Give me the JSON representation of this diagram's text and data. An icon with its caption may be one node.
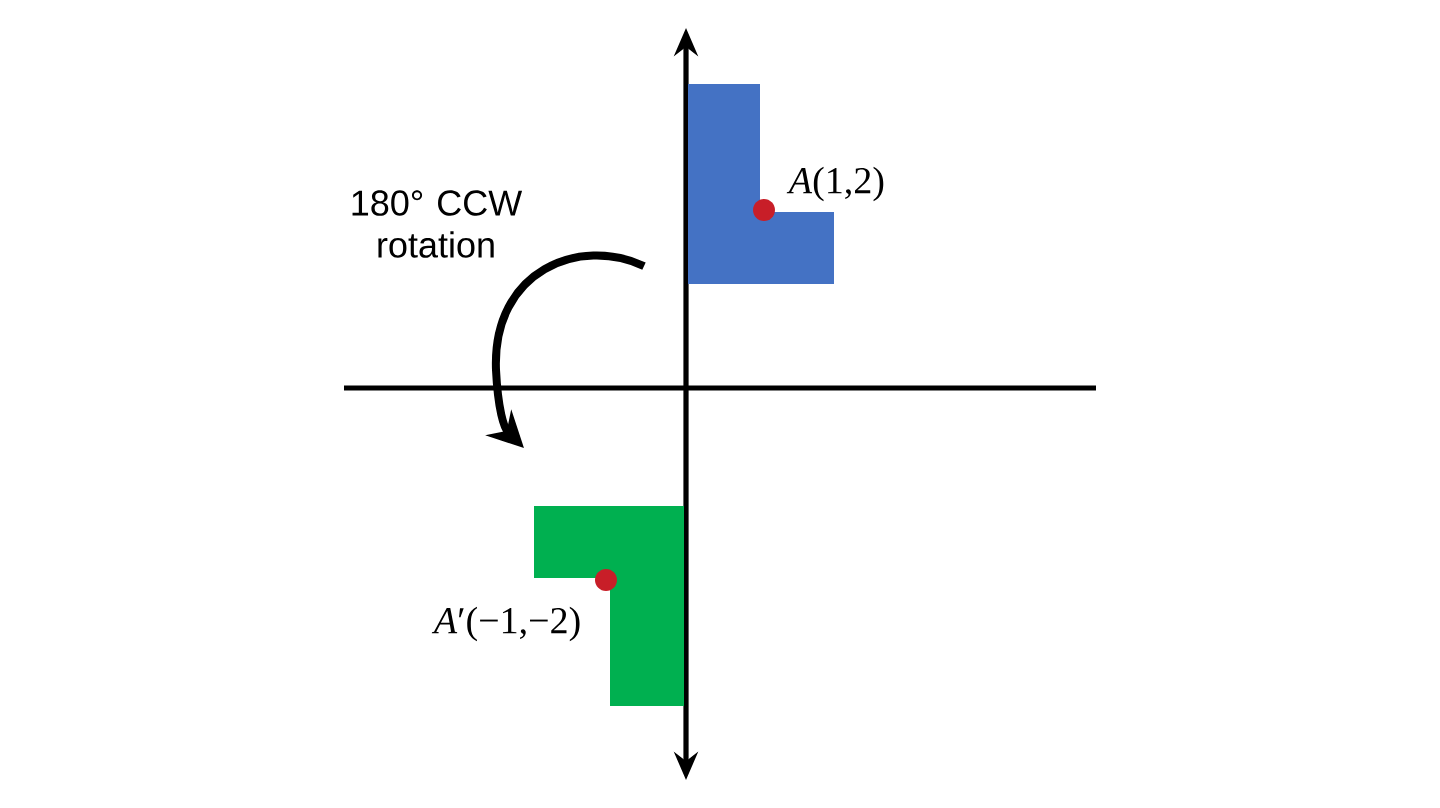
{
  "diagram": {
    "labels": [
      "180° CCW rotation",
      "*A*(1,2)",
      "*A*′(−1,−2)"
    ]
  }
}
